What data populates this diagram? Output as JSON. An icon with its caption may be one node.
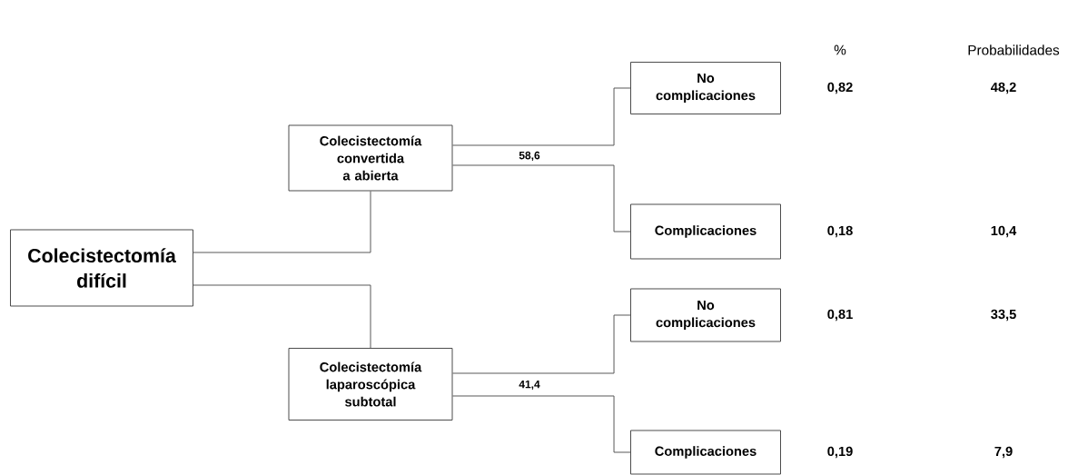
{
  "diagram": {
    "nodes": [
      {
        "text": [
          "Colecistectomía difícil"
        ]
      },
      {
        "text": [
          "Colecistectomía convertida a abierta"
        ]
      },
      {
        "text": [
          "No complicaciones"
        ]
      },
      {
        "text": [
          "Complicaciones"
        ]
      },
      {
        "text": [
          "Colecistectomía laparoscópica subtotal"
        ]
      },
      {
        "text": [
          "No complicaciones"
        ]
      },
      {
        "text": [
          "Complicaciones"
        ]
      }
    ],
    "edges": [
      {
        "from": 0,
        "to": 1,
        "arrow": "none"
      },
      {
        "from": 0,
        "to": 4,
        "arrow": "none"
      },
      {
        "from": 1,
        "to": 2,
        "arrow": "none"
      },
      {
        "from": 1,
        "to": 3,
        "arrow": "none"
      },
      {
        "from": 4,
        "to": 5,
        "arrow": "none"
      },
      {
        "from": 4,
        "to": 6,
        "arrow": "none"
      }
    ],
    "labels": [
      "%",
      "Probabilidades",
      "0,82",
      "48,2",
      "58,6",
      "0,18",
      "10,4",
      "0,81",
      "33,5",
      "41,4",
      "0,19",
      "7,9"
    ]
  }
}
